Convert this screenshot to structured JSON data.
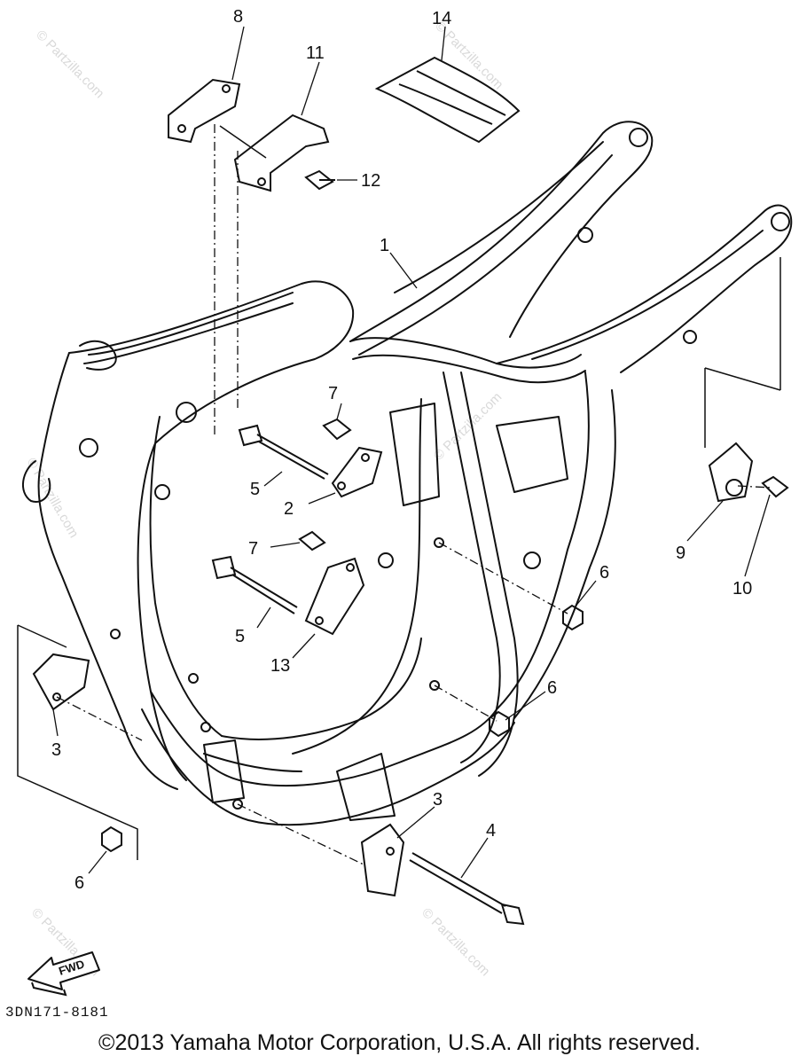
{
  "diagram": {
    "callouts": {
      "c1": "1",
      "c2": "2",
      "c3a": "3",
      "c3b": "3",
      "c4": "4",
      "c5a": "5",
      "c5b": "5",
      "c6a": "6",
      "c6b": "6",
      "c6c": "6",
      "c7a": "7",
      "c7b": "7",
      "c8": "8",
      "c9": "9",
      "c10": "10",
      "c11": "11",
      "c12": "12",
      "c13": "13",
      "c14": "14"
    },
    "fwd_label": "FWD",
    "diagram_code": "3DN171-8181",
    "watermark": "© Partzilla.com"
  },
  "footer": {
    "copyright": "©2013 Yamaha Motor Corporation, U.S.A. All rights reserved."
  }
}
